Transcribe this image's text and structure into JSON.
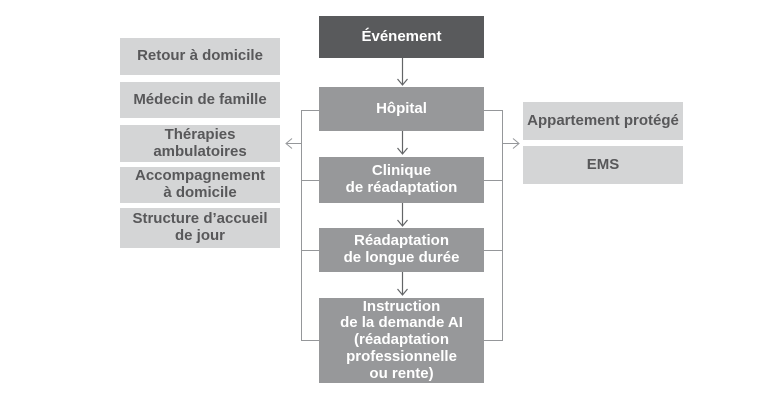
{
  "flowchart": {
    "center": [
      {
        "label": "Événement"
      },
      {
        "label": "Hôpital"
      },
      {
        "label": "Clinique\nde réadaptation"
      },
      {
        "label": "Réadaptation\nde longue durée"
      },
      {
        "label": "Instruction\nde la demande AI\n(réadaptation\nprofessionnelle\nou rente)"
      }
    ],
    "left": [
      {
        "label": "Retour à domicile"
      },
      {
        "label": "Médecin de famille"
      },
      {
        "label": "Thérapies\nambulatoires"
      },
      {
        "label": "Accompagnement\nà domicile"
      },
      {
        "label": "Structure d’accueil\nde jour"
      }
    ],
    "right": [
      {
        "label": "Appartement protégé"
      },
      {
        "label": "EMS"
      }
    ]
  },
  "colors": {
    "event_box_background": "#595a5c",
    "stage_box_background": "#97989a",
    "side_box_background": "#d4d5d6",
    "stage_text": "#ffffff",
    "side_text": "#58585a",
    "main_arrow_line": "#636567",
    "branch_line": "#95979a",
    "page_background": "#ffffff"
  }
}
